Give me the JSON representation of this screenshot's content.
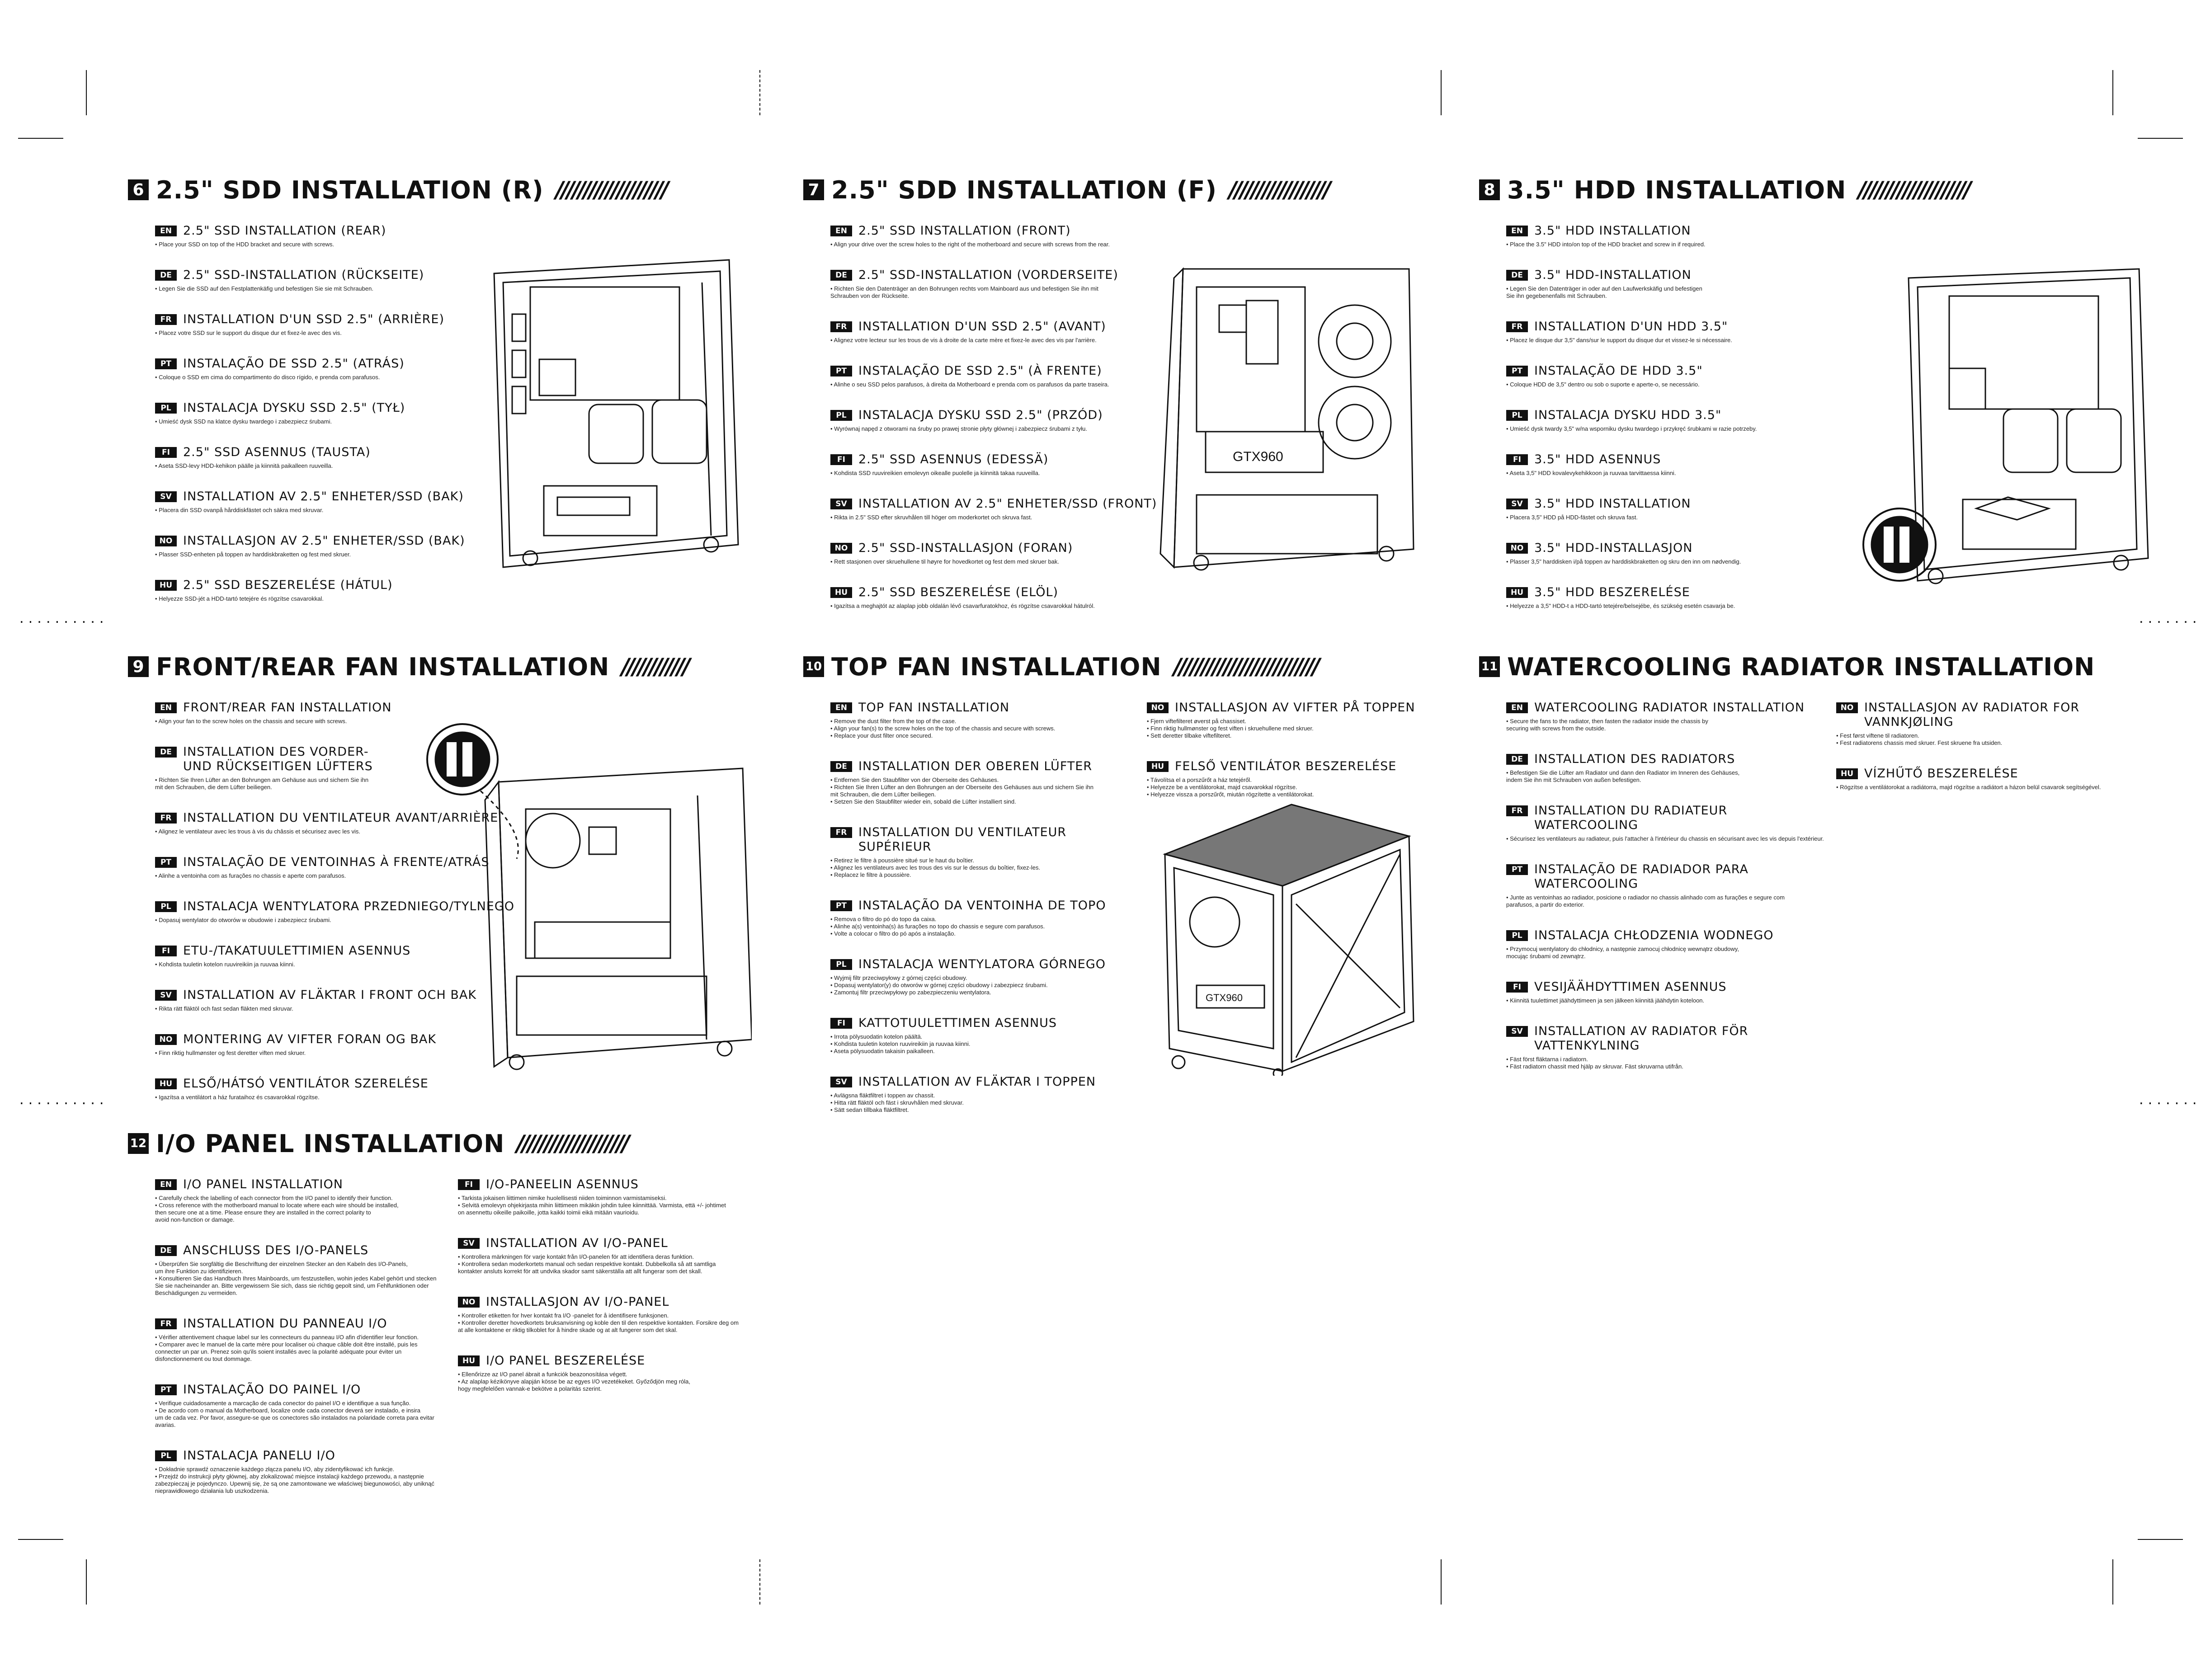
{
  "colors": {
    "ink": "#111111",
    "paper": "#ffffff"
  },
  "dots": "..........",
  "sections": {
    "s6": {
      "number": "6",
      "title": "2.5\" SDD INSTALLATION (R)",
      "slashes": "////////////////////",
      "items": [
        {
          "code": "EN",
          "title": "2.5\" SSD INSTALLATION (REAR)",
          "body": "• Place your SSD on top of the HDD bracket and secure with screws."
        },
        {
          "code": "DE",
          "title": "2.5\" SSD-INSTALLATION (RÜCKSEITE)",
          "body": "• Legen Sie die SSD auf den Festplattenkäfig und befestigen Sie sie mit Schrauben."
        },
        {
          "code": "FR",
          "title": "INSTALLATION D'UN SSD 2.5\" (ARRIÈRE)",
          "body": "• Placez votre SSD sur le support du disque dur et fixez-le avec des vis."
        },
        {
          "code": "PT",
          "title": "INSTALAÇÃO DE SSD 2.5\" (ATRÁS)",
          "body": "• Coloque o SSD em cima do compartimento do disco rígido, e prenda com parafusos."
        },
        {
          "code": "PL",
          "title": "INSTALACJA DYSKU SSD 2.5\" (TYŁ)",
          "body": "• Umieść dysk SSD na klatce dysku twardego i zabezpiecz śrubami."
        },
        {
          "code": "FI",
          "title": "2.5\" SSD ASENNUS (TAUSTA)",
          "body": "• Aseta SSD-levy HDD-kehikon päälle ja kiinnitä paikalleen ruuveilla."
        },
        {
          "code": "SV",
          "title": "INSTALLATION AV 2.5\" ENHETER/SSD (BAK)",
          "body": "• Placera din SSD ovanpå hårddiskfästet och säkra med skruvar."
        },
        {
          "code": "NO",
          "title": "INSTALLASJON AV 2.5\" ENHETER/SSD (BAK)",
          "body": "• Plasser SSD-enheten på toppen av harddiskbraketten og fest med skruer."
        },
        {
          "code": "HU",
          "title": "2.5\" SSD BESZERELÉSE (HÁTUL)",
          "body": "• Helyezze SSD-jét a HDD-tartó tetejére és rögzítse csavarokkal."
        }
      ]
    },
    "s7": {
      "number": "7",
      "title": "2.5\" SDD INSTALLATION (F)",
      "slashes": "//////////////////",
      "items": [
        {
          "code": "EN",
          "title": "2.5\" SSD INSTALLATION (FRONT)",
          "body": "• Align your drive over the screw holes to the right of the motherboard and secure with screws from the rear."
        },
        {
          "code": "DE",
          "title": "2.5\" SSD-INSTALLATION (VORDERSEITE)",
          "body": "• Richten Sie den Datenträger an den Bohrungen rechts vom Mainboard aus und befestigen Sie ihn mit\n  Schrauben von der Rückseite."
        },
        {
          "code": "FR",
          "title": "INSTALLATION D'UN SSD 2.5\" (AVANT)",
          "body": "• Alignez votre lecteur sur les trous de vis à droite de la carte mère et fixez-le avec des vis par l'arrière."
        },
        {
          "code": "PT",
          "title": "INSTALAÇÃO DE SSD 2.5\" (À FRENTE)",
          "body": "• Alinhe o seu SSD pelos parafusos, à direita da Motherboard e prenda com os parafusos da parte traseira."
        },
        {
          "code": "PL",
          "title": "INSTALACJA DYSKU SSD 2.5\" (PRZÓD)",
          "body": "• Wyrównaj napęd z otworami na śruby po prawej stronie płyty głównej i zabezpiecz śrubami z tyłu."
        },
        {
          "code": "FI",
          "title": "2.5\" SSD ASENNUS (EDESSÄ)",
          "body": "• Kohdista SSD ruuvireikien emolevyn oikealle puolelle ja kiinnitä takaa ruuveilla."
        },
        {
          "code": "SV",
          "title": "INSTALLATION AV 2.5\" ENHETER/SSD (FRONT)",
          "body": "• Rikta in 2.5\" SSD efter skruvhålen till höger om moderkortet och skruva fast."
        },
        {
          "code": "NO",
          "title": "2.5\" SSD-INSTALLASJON (FORAN)",
          "body": "• Rett stasjonen over skruehullene til høyre for hovedkortet og fest dem med skruer bak."
        },
        {
          "code": "HU",
          "title": "2.5\" SSD BESZERELÉSE (ELÖL)",
          "body": "• Igazítsa a meghajtót az alaplap jobb oldalán lévő csavarfuratokhoz, és rögzítse csavarokkal hátulról."
        }
      ]
    },
    "s8": {
      "number": "8",
      "title": "3.5\" HDD INSTALLATION",
      "slashes": "////////////////////",
      "items": [
        {
          "code": "EN",
          "title": "3.5\" HDD INSTALLATION",
          "body": "• Place the 3.5\" HDD into/on top of the HDD bracket and screw in if required."
        },
        {
          "code": "DE",
          "title": "3.5\" HDD-INSTALLATION",
          "body": "• Legen Sie den Datenträger in oder auf den Laufwerkskäfig und befestigen\n  Sie ihn gegebenenfalls mit Schrauben."
        },
        {
          "code": "FR",
          "title": "INSTALLATION D'UN HDD 3.5\"",
          "body": "• Placez le disque dur 3,5\" dans/sur le support du disque dur et vissez-le si nécessaire."
        },
        {
          "code": "PT",
          "title": "INSTALAÇÃO DE HDD 3.5\"",
          "body": "• Coloque HDD de 3,5\" dentro ou sob o suporte e aperte-o, se necessário."
        },
        {
          "code": "PL",
          "title": "INSTALACJA DYSKU HDD 3.5\"",
          "body": "• Umieść dysk twardy 3,5\" w/na wsporniku dysku twardego i przykręć śrubkami w razie potrzeby."
        },
        {
          "code": "FI",
          "title": "3.5\" HDD ASENNUS",
          "body": "• Aseta 3,5\" HDD kovalevykehikkoon ja ruuvaa tarvittaessa kiinni."
        },
        {
          "code": "SV",
          "title": "3.5\" HDD INSTALLATION",
          "body": "• Placera 3,5\" HDD på HDD-fästet och skruva fast."
        },
        {
          "code": "NO",
          "title": "3.5\" HDD-INSTALLASJON",
          "body": "• Plasser 3,5\" harddisken i/på toppen av harddiskbraketten og skru den inn om nødvendig."
        },
        {
          "code": "HU",
          "title": "3.5\" HDD BESZERELÉSE",
          "body": "• Helyezze a 3,5\" HDD-t a HDD-tartó tetejére/belsejébe, és szükség esetén csavarja be."
        }
      ]
    },
    "s9": {
      "number": "9",
      "title": "FRONT/REAR FAN INSTALLATION",
      "slashes": "////////////",
      "items": [
        {
          "code": "EN",
          "title": "FRONT/REAR FAN INSTALLATION",
          "body": "• Align your fan to the screw holes on the chassis and secure with screws."
        },
        {
          "code": "DE",
          "title": "INSTALLATION DES VORDER-\nUND RÜCKSEITIGEN LÜFTERS",
          "body": "• Richten Sie Ihren Lüfter an den Bohrungen am Gehäuse aus und sichern Sie ihn\n  mit den Schrauben, die dem Lüfter beiliegen."
        },
        {
          "code": "FR",
          "title": "INSTALLATION DU VENTILATEUR AVANT/ARRIÈRE",
          "body": "• Alignez le ventilateur avec les trous à vis du châssis et sécurisez avec les vis."
        },
        {
          "code": "PT",
          "title": "INSTALAÇÃO DE VENTOINHAS À FRENTE/ATRÁS",
          "body": "• Alinhe a ventoinha com as furações no chassis e aperte com parafusos."
        },
        {
          "code": "PL",
          "title": "INSTALACJA WENTYLATORA PRZEDNIEGO/TYLNEGO",
          "body": "• Dopasuj wentylator do otworów w obudowie i zabezpiecz śrubami."
        },
        {
          "code": "FI",
          "title": "ETU-/TAKATUULETTIMIEN ASENNUS",
          "body": "• Kohdista tuuletin kotelon ruuvireikiin ja ruuvaa kiinni."
        },
        {
          "code": "SV",
          "title": "INSTALLATION AV FLÄKTAR I FRONT OCH BAK",
          "body": "• Rikta rätt fläktöl och fast sedan fläkten med skruvar."
        },
        {
          "code": "NO",
          "title": "MONTERING AV VIFTER FORAN OG BAK",
          "body": "• Finn riktig hullmønster og fest deretter viften med skruer."
        },
        {
          "code": "HU",
          "title": "ELSŐ/HÁTSÓ VENTILÁTOR SZERELÉSE",
          "body": "• Igazítsa a ventilátort a ház furataihoz és csavarokkal rögzítse."
        }
      ]
    },
    "s10": {
      "number": "10",
      "title": "TOP FAN INSTALLATION",
      "slashes": "//////////////////////////",
      "items_left": [
        {
          "code": "EN",
          "title": "TOP FAN INSTALLATION",
          "body": "• Remove the dust filter from the top of the case.\n• Align your fan(s) to the screw holes on the top of the chassis and secure with screws.\n• Replace your dust filter once secured."
        },
        {
          "code": "DE",
          "title": "INSTALLATION DER OBEREN LÜFTER",
          "body": "• Entfernen Sie den Staubfilter von der Oberseite des Gehäuses.\n• Richten Sie Ihren Lüfter an den Bohrungen an der Oberseite des Gehäuses aus und sichern Sie ihn\n  mit Schrauben, die dem Lüfter beiliegen.\n• Setzen Sie den Staubfilter wieder ein, sobald die Lüfter installiert sind."
        },
        {
          "code": "FR",
          "title": "INSTALLATION DU VENTILATEUR SUPÉRIEUR",
          "body": "• Retirez le filtre à poussière situé sur le haut du boîtier.\n• Alignez les ventilateurs avec les trous des vis sur le dessus du boîtier, fixez-les.\n• Replacez le filtre à poussière."
        },
        {
          "code": "PT",
          "title": "INSTALAÇÃO DA VENTOINHA DE TOPO",
          "body": "• Remova o filtro do pó do topo da caixa.\n• Alinhe a(s) ventoinha(s) às furações no topo do chassis e segure com parafusos.\n• Volte a colocar o filtro do pó após a instalação."
        },
        {
          "code": "PL",
          "title": "INSTALACJA WENTYLATORA GÓRNEGO",
          "body": "• Wyjmij filtr przeciwpyłowy z górnej części obudowy.\n• Dopasuj wentylator(y) do otworów w górnej części obudowy i zabezpiecz śrubami.\n• Zamontuj filtr przeciwpyłowy po zabezpieczeniu wentylatora."
        },
        {
          "code": "FI",
          "title": "KATTOTUULETTIMEN ASENNUS",
          "body": "• Irrota pölysuodatin kotelon päältä.\n• Kohdista tuuletin kotelon ruuvireikiin ja ruuvaa kiinni.\n• Aseta pölysuodatin takaisin paikalleen."
        },
        {
          "code": "SV",
          "title": "INSTALLATION AV FLÄKTAR I TOPPEN",
          "body": "• Avlägsna fläktfiltret i toppen av chassit.\n• Hitta rätt fläktöl och fäst i skruvhålen med skruvar.\n• Sätt sedan tillbaka fläktfiltret."
        }
      ],
      "items_right": [
        {
          "code": "NO",
          "title": "INSTALLASJON AV VIFTER PÅ TOPPEN",
          "body": "• Fjern viftefilteret øverst på chassiset.\n• Finn riktig hullmønster og fest viften i skruehullene med skruer.\n• Sett deretter tilbake viftefilteret."
        },
        {
          "code": "HU",
          "title": "FELSŐ VENTILÁTOR BESZERELÉSE",
          "body": "• Távolítsa el a porszűrőt a ház tetejéről.\n• Helyezze be a ventilátorokat, majd csavarokkal rögzítse.\n• Helyezze vissza a porszűrőt, miután rögzítette a ventilátorokat."
        }
      ]
    },
    "s11": {
      "number": "11",
      "title": "WATERCOOLING RADIATOR INSTALLATION",
      "items_left": [
        {
          "code": "EN",
          "title": "WATERCOOLING RADIATOR INSTALLATION",
          "body": "• Secure the fans to the radiator, then fasten the radiator inside the chassis by\n  securing with screws from the outside."
        },
        {
          "code": "DE",
          "title": "INSTALLATION DES RADIATORS",
          "body": "• Befestigen Sie die Lüfter am Radiator und dann den Radiator im Inneren des Gehäuses,\n  indem Sie ihn mit Schrauben von außen befestigen."
        },
        {
          "code": "FR",
          "title": "INSTALLATION DU RADIATEUR\nWATERCOOLING",
          "body": "• Sécurisez les ventilateurs au radiateur, puis l'attacher à l'intérieur du chassis en sécurisant avec les vis depuis l'extérieur."
        },
        {
          "code": "PT",
          "title": "INSTALAÇÃO DE RADIADOR PARA\nWATERCOOLING",
          "body": "• Junte as ventoinhas ao radiador, posicione o radiador no chassis alinhado com as furações e segure com\n  parafusos, a partir do exterior."
        },
        {
          "code": "PL",
          "title": "INSTALACJA CHŁODZENIA WODNEGO",
          "body": "• Przymocuj wentylatory do chłodnicy, a następnie zamocuj chłodnicę wewnątrz obudowy,\n  mocując śrubami od zewnątrz."
        },
        {
          "code": "FI",
          "title": "VESIJÄÄHDYTTIMEN ASENNUS",
          "body": "• Kiinnitä tuulettimet jäähdyttimeen ja sen jälkeen kiinnitä jäähdytin koteloon."
        },
        {
          "code": "SV",
          "title": "INSTALLATION AV RADIATOR FÖR\nVATTENKYLNING",
          "body": "• Fäst först fläktarna i radiatorn.\n• Fäst radiatorn chassit med hjälp av skruvar. Fäst skruvarna utifrån."
        }
      ],
      "items_right": [
        {
          "code": "NO",
          "title": "INSTALLASJON AV RADIATOR FOR\nVANNKJØLING",
          "body": "• Fest først viftene til radiatoren.\n• Fest radiatorens chassis med skruer. Fest skruene fra utsiden."
        },
        {
          "code": "HU",
          "title": "VÍZHŰTŐ BESZERELÉSE",
          "body": "• Rögzítse a ventilátorokat a radiátorra, majd rögzítse a radiátort a házon belül csavarok segítségével."
        }
      ]
    },
    "s12": {
      "number": "12",
      "title": "I/O PANEL INSTALLATION",
      "slashes": "////////////////////",
      "items_left": [
        {
          "code": "EN",
          "title": "I/O PANEL INSTALLATION",
          "body": "• Carefully check the labelling of each connector from the I/O panel to identify their function.\n• Cross reference with the motherboard manual to locate where each wire should be installed,\n  then secure one at a time. Please ensure they are installed in the correct polarity to\n  avoid non-function or damage."
        },
        {
          "code": "DE",
          "title": "ANSCHLUSS DES I/O-PANELS",
          "body": "• Überprüfen Sie sorgfältig die Beschriftung der einzelnen Stecker an den Kabeln des I/O-Panels,\n  um ihre Funktion zu identifizieren.\n• Konsultieren Sie das Handbuch Ihres Mainboards, um festzustellen, wohin jedes Kabel gehört und stecken\n  Sie sie nacheinander an. Bitte vergewissern Sie sich, dass sie richtig gepolt sind, um Fehlfunktionen oder\n  Beschädigungen zu vermeiden."
        },
        {
          "code": "FR",
          "title": "INSTALLATION DU PANNEAU I/O",
          "body": "• Vérifier attentivement chaque label sur les connecteurs du panneau I/O afin d'identifier leur fonction.\n• Comparer avec le manuel de la carte mère pour localiser où chaque câble doit être installé, puis les\n  connecter un par un. Prenez soin qu'ils soient installés avec la polarité adéquate pour éviter un\n  disfonctionnement ou tout dommage."
        },
        {
          "code": "PT",
          "title": "INSTALAÇÃO DO PAINEL I/O",
          "body": "• Verifique cuidadosamente a marcação de cada conector do painel I/O e identifique a sua função.\n• De acordo com o manual da Motherboard, localize onde cada conector deverá ser instalado, e insira\n  um de cada vez. Por favor, assegure-se que os conectores são instalados na polaridade correta para evitar avarias."
        },
        {
          "code": "PL",
          "title": "INSTALACJA PANELU I/O",
          "body": "• Dokładnie sprawdź oznaczenie każdego złącza panelu I/O, aby zidentyfikować ich funkcje.\n• Przejdź do instrukcji płyty głównej, aby zlokalizować miejsce instalacji każdego przewodu, a następnie\n  zabezpieczaj je pojedynczo. Upewnij się, że są one zamontowane we właściwej biegunowości, aby uniknąć\n  nieprawidłowego działania lub uszkodzenia."
        }
      ],
      "items_right": [
        {
          "code": "FI",
          "title": "I/O-PANEELIN ASENNUS",
          "body": "• Tarkista jokaisen liittimen nimike huolellisesti niiden toiminnon varmistamiseksi.\n• Selvitä emolevyn ohjekirjasta mihin liittimeen mikäkin johdin tulee kiinnittää. Varmista, että +/- johtimet\n  on asennettu oikeille paikoille, jotta kaikki toimii eikä mitään vaurioidu."
        },
        {
          "code": "SV",
          "title": "INSTALLATION AV I/O-PANEL",
          "body": "• Kontrollera märkningen för varje kontakt från I/O-panelen för att identifiera deras funktion.\n• Kontrollera sedan moderkortets manual och sedan respektive kontakt. Dubbelkolla så att samtliga\n  kontakter ansluts korrekt för att undvika skador samt säkerställa att allt fungerar som det skall."
        },
        {
          "code": "NO",
          "title": "INSTALLASJON AV I/O-PANEL",
          "body": "• Kontroller etiketten for hver kontakt fra I/O -panelet for å identifisere funksjonen.\n• Kontroller deretter hovedkortets bruksanvisning og koble den til den respektive kontakten. Forsikre deg om\n  at alle kontaktene er riktig tilkoblet for å hindre skade og at alt fungerer som det skal."
        },
        {
          "code": "HU",
          "title": "I/O PANEL BESZERELÉSE",
          "body": "• Ellenőrizze az I/O panel ábrait a funkciók beazonosítása végett.\n• Az alaplap kézikönyve alapján kösse be az egyes I/O vezetékeket. Győződjön meg róla,\n  hogy megfelelően vannak-e bekötve a polaritás szerint."
        }
      ]
    }
  },
  "drawings": {
    "gpu_label": "GTX960",
    "gpu_label_2": "GTX960"
  }
}
